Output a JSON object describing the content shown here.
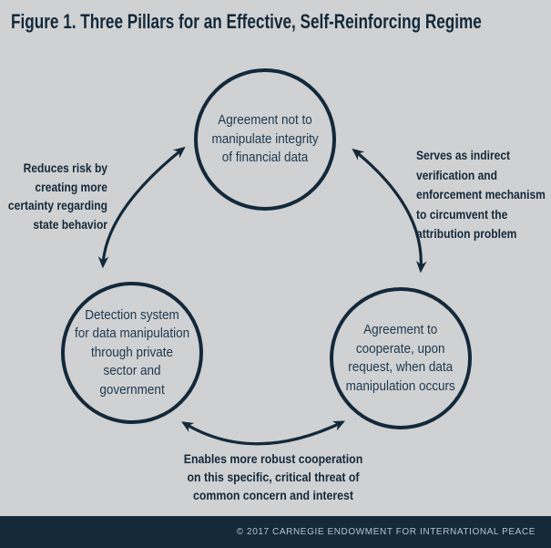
{
  "title": "Figure 1. Three Pillars for an Effective, Self-Reinforcing Regime",
  "colors": {
    "background": "#D0D1D2",
    "navy": "#13293B",
    "circle_text": "#1C3850",
    "footer_bg": "#142A3B",
    "footer_text": "#B7C1C9"
  },
  "pillars": {
    "top": "Agreement not to\nmanipulate integrity\nof financial data",
    "bottom_left": "Detection system\nfor data manipulation\nthrough private\nsector and\ngovernment",
    "bottom_right": "Agreement to\ncooperate, upon\nrequest, when data\nmanipulation occurs"
  },
  "edge_labels": {
    "left": "Reduces risk by\ncreating more\ncertainty regarding\nstate behavior",
    "right": "Serves as indirect\nverification and\nenforcement mechanism\nto circumvent the\nattribution problem",
    "bottom": "Enables more robust cooperation\non this specific, critical threat of\ncommon concern and interest"
  },
  "footer": {
    "credit": "© 2017 CARNEGIE ENDOWMENT FOR INTERNATIONAL PEACE"
  }
}
